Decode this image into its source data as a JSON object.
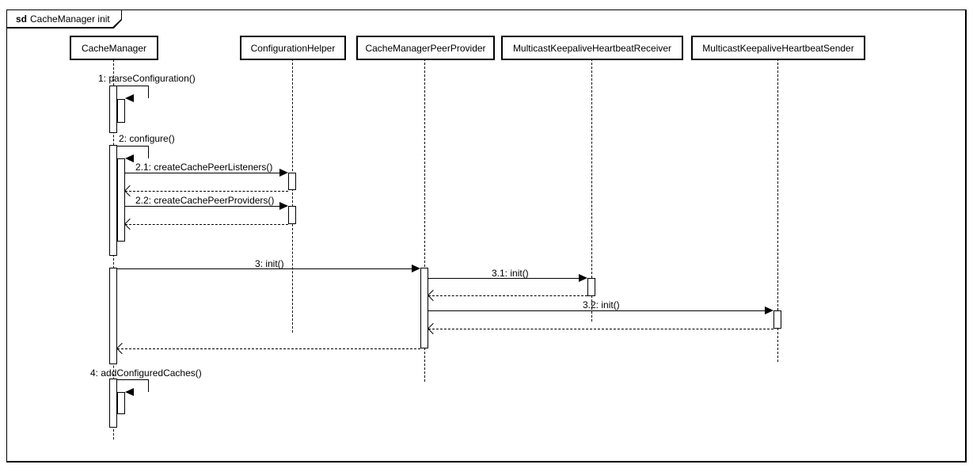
{
  "frame": {
    "keyword": "sd",
    "title": "CacheManager init"
  },
  "participants": [
    {
      "name": "CacheManager"
    },
    {
      "name": "ConfigurationHelper"
    },
    {
      "name": "CacheManagerPeerProvider"
    },
    {
      "name": "MulticastKeepaliveHeartbeatReceiver"
    },
    {
      "name": "MulticastKeepaliveHeartbeatSender"
    }
  ],
  "messages": [
    {
      "seq": "1",
      "label": "1: parseConfiguration()",
      "type": "self-call",
      "from": "CacheManager",
      "to": "CacheManager"
    },
    {
      "seq": "2",
      "label": "2: configure()",
      "type": "self-call",
      "from": "CacheManager",
      "to": "CacheManager"
    },
    {
      "seq": "2.1",
      "label": "2.1: createCachePeerListeners()",
      "type": "call",
      "from": "CacheManager",
      "to": "ConfigurationHelper"
    },
    {
      "seq": "2.1r",
      "label": "",
      "type": "return",
      "from": "ConfigurationHelper",
      "to": "CacheManager"
    },
    {
      "seq": "2.2",
      "label": "2.2: createCachePeerProviders()",
      "type": "call",
      "from": "CacheManager",
      "to": "ConfigurationHelper"
    },
    {
      "seq": "2.2r",
      "label": "",
      "type": "return",
      "from": "ConfigurationHelper",
      "to": "CacheManager"
    },
    {
      "seq": "3",
      "label": "3: init()",
      "type": "call",
      "from": "CacheManager",
      "to": "CacheManagerPeerProvider"
    },
    {
      "seq": "3.1",
      "label": "3.1: init()",
      "type": "call",
      "from": "CacheManagerPeerProvider",
      "to": "MulticastKeepaliveHeartbeatReceiver"
    },
    {
      "seq": "3.1r",
      "label": "",
      "type": "return",
      "from": "MulticastKeepaliveHeartbeatReceiver",
      "to": "CacheManagerPeerProvider"
    },
    {
      "seq": "3.2",
      "label": "3.2: init()",
      "type": "call",
      "from": "CacheManagerPeerProvider",
      "to": "MulticastKeepaliveHeartbeatSender"
    },
    {
      "seq": "3.2r",
      "label": "",
      "type": "return",
      "from": "MulticastKeepaliveHeartbeatSender",
      "to": "CacheManagerPeerProvider"
    },
    {
      "seq": "3r",
      "label": "",
      "type": "return",
      "from": "CacheManagerPeerProvider",
      "to": "CacheManager"
    },
    {
      "seq": "4",
      "label": "4: addConfiguredCaches()",
      "type": "self-call",
      "from": "CacheManager",
      "to": "CacheManager"
    }
  ],
  "colors": {
    "line": "#000000",
    "fill": "#ffffff",
    "background": "#ffffff"
  }
}
